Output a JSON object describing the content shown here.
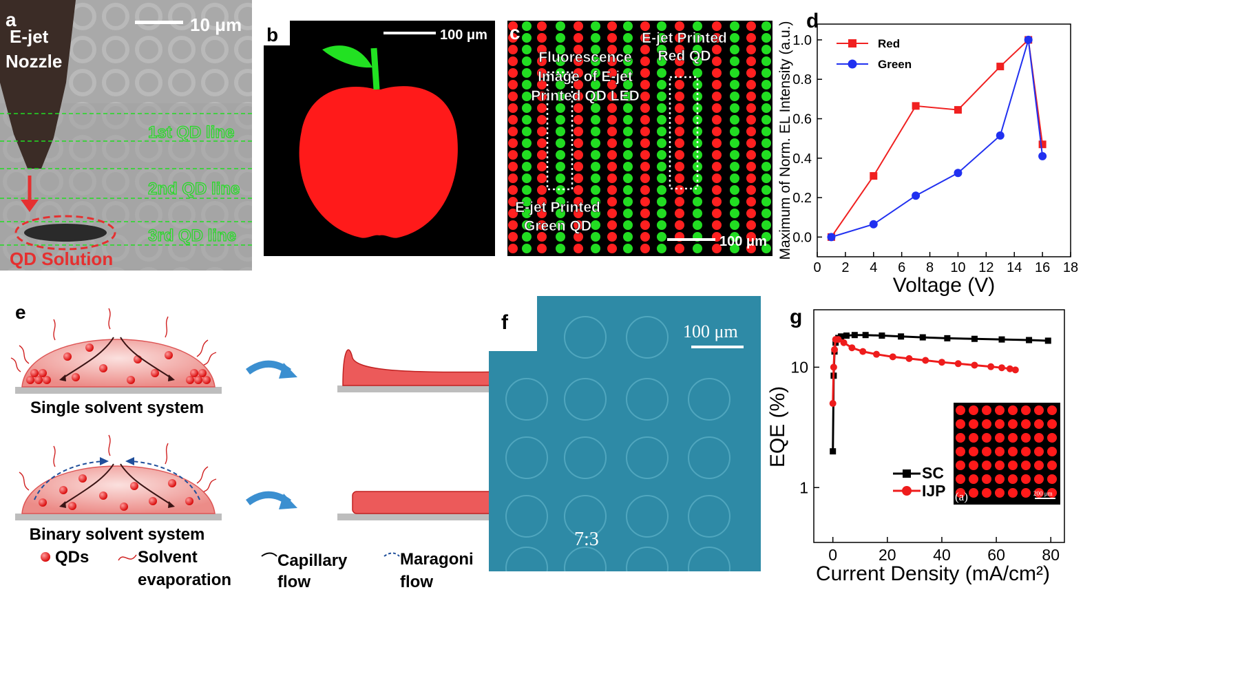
{
  "panel_a": {
    "letter": "a",
    "scale": "10 μm",
    "nozzle_label_1": "E-jet",
    "nozzle_label_2": "Nozzle",
    "lines": [
      "1st QD line",
      "2nd QD line",
      "3rd QD line"
    ],
    "solution_label": "QD Solution",
    "colors": {
      "line": "#22dd22",
      "arrow": "#e53030"
    }
  },
  "panel_b": {
    "letter": "b",
    "scale": "100 μm",
    "colors": {
      "apple": "#ff1a1a",
      "leaf": "#22e122"
    }
  },
  "panel_c": {
    "letter": "c",
    "title_lines": [
      "Fluorescence",
      "Image of E-jet",
      "Printed QD LED"
    ],
    "red_label_lines": [
      "E-jet Printed",
      "Red QD"
    ],
    "green_label_lines": [
      "E-jet Printed",
      "Green QD"
    ],
    "scale": "100 μm",
    "colors": {
      "red": "#ff2020",
      "green": "#22dd22"
    }
  },
  "panel_d": {
    "letter": "d",
    "xlabel": "Voltage (V)",
    "ylabel": "Maximum of Norm. EL Intensity (a.u.)",
    "xticks": [
      "0",
      "2",
      "4",
      "6",
      "8",
      "10",
      "12",
      "14",
      "16",
      "18"
    ],
    "yticks": [
      "0.0",
      "0.2",
      "0.4",
      "0.6",
      "0.8",
      "1.0"
    ]
  },
  "panel_e": {
    "letter": "e",
    "single_label": "Single solvent system",
    "binary_label": "Binary solvent system",
    "legend_qds": "QDs",
    "legend_solvent_1": "Solvent",
    "legend_solvent_2": "evaporation",
    "legend_capillary_1": "Capillary",
    "legend_capillary_2": "flow",
    "legend_maragoni_1": "Maragoni",
    "legend_maragoni_2": "flow"
  },
  "panel_f": {
    "letter": "f",
    "scale": "100 μm",
    "ratio": "7:3",
    "colors": {
      "bg": "#2e8aa6"
    }
  },
  "panel_g": {
    "letter": "g",
    "xlabel": "Current Density (mA/cm²)",
    "ylabel": "EQE (%)",
    "xticks": [
      "0",
      "20",
      "40",
      "60",
      "80"
    ],
    "yticks": [
      "1",
      "10"
    ],
    "inset_label": "(a)",
    "inset_scale": "200 μm"
  },
  "chart_data": [
    {
      "type": "line",
      "panel": "d",
      "xlabel": "Voltage (V)",
      "ylabel": "Maximum of Norm. EL Intensity (a.u.)",
      "xlim": [
        0,
        18
      ],
      "ylim": [
        -0.1,
        1.08
      ],
      "legend_position": "top-left",
      "series": [
        {
          "name": "Red",
          "color": "#f02020",
          "marker": "square",
          "x": [
            1,
            4,
            7,
            10,
            13,
            15,
            16
          ],
          "y": [
            0.0,
            0.31,
            0.665,
            0.645,
            0.865,
            1.0,
            0.47
          ]
        },
        {
          "name": "Green",
          "color": "#2030f0",
          "marker": "circle",
          "x": [
            1,
            4,
            7,
            10,
            13,
            15,
            16
          ],
          "y": [
            0.0,
            0.065,
            0.21,
            0.325,
            0.515,
            1.0,
            0.41
          ]
        }
      ]
    },
    {
      "type": "line",
      "panel": "g",
      "xlabel": "Current Density (mA/cm²)",
      "ylabel": "EQE (%)",
      "xlim": [
        -7,
        85
      ],
      "ylim": [
        0.35,
        30
      ],
      "yscale": "log",
      "legend_position": "bottom-left",
      "series": [
        {
          "name": "SC",
          "color": "#000000",
          "marker": "square",
          "x": [
            0,
            0.3,
            0.6,
            1,
            2,
            3,
            5,
            8,
            12,
            18,
            25,
            33,
            42,
            52,
            62,
            72,
            79
          ],
          "y": [
            2,
            8.5,
            13.5,
            16,
            17.5,
            18,
            18.3,
            18.5,
            18.5,
            18.3,
            18.0,
            17.7,
            17.4,
            17.2,
            17.0,
            16.8,
            16.6
          ]
        },
        {
          "name": "IJP",
          "color": "#ee1c1c",
          "marker": "circle",
          "x": [
            0,
            0.3,
            0.6,
            1,
            2,
            4,
            7,
            11,
            16,
            22,
            28,
            34,
            40,
            46,
            52,
            58,
            62,
            65,
            67
          ],
          "y": [
            5,
            10,
            14,
            17,
            17,
            16,
            14.5,
            13.5,
            12.8,
            12.2,
            11.8,
            11.4,
            11.0,
            10.7,
            10.4,
            10.1,
            9.9,
            9.7,
            9.5
          ]
        }
      ]
    }
  ]
}
